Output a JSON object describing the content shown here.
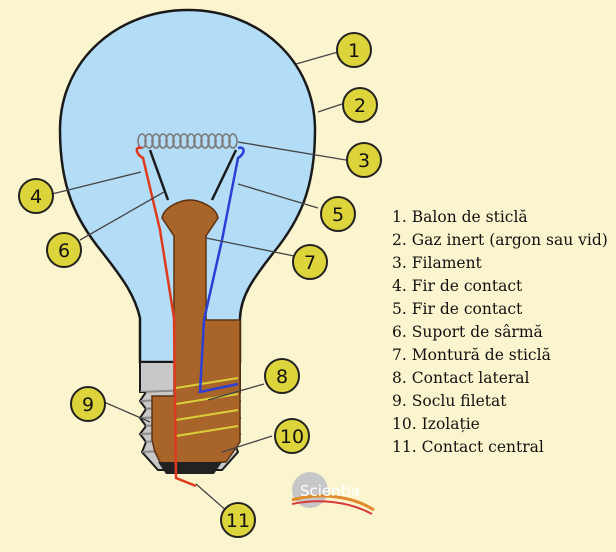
{
  "callouts": [
    {
      "number": "1",
      "label": "Balon de sticlă"
    },
    {
      "number": "2",
      "label": "Gaz inert (argon sau vid)"
    },
    {
      "number": "3",
      "label": "Filament"
    },
    {
      "number": "4",
      "label": "Fir de contact"
    },
    {
      "number": "5",
      "label": "Fir de contact"
    },
    {
      "number": "6",
      "label": "Suport de sârmă"
    },
    {
      "number": "7",
      "label": "Montură de sticlă"
    },
    {
      "number": "8",
      "label": "Contact lateral"
    },
    {
      "number": "9",
      "label": "Soclu filetat"
    },
    {
      "number": "10",
      "label": "Izolație"
    },
    {
      "number": "11",
      "label": "Contact central"
    }
  ],
  "legend": [
    {
      "num": "1.",
      "text": "Balon de sticlă"
    },
    {
      "num": "2.",
      "text": "Gaz inert (argon sau vid)"
    },
    {
      "num": "3.",
      "text": "Filament"
    },
    {
      "num": "4.",
      "text": "Fir de contact"
    },
    {
      "num": "5.",
      "text": "Fir de contact"
    },
    {
      "num": "6.",
      "text": "Suport de sârmă"
    },
    {
      "num": "7.",
      "text": "Montură de sticlă"
    },
    {
      "num": "8.",
      "text": "Contact lateral"
    },
    {
      "num": "9.",
      "text": "Soclu filetat"
    },
    {
      "num": "10.",
      "text": "Izolație"
    },
    {
      "num": "11.",
      "text": "Contact central"
    }
  ],
  "watermark": {
    "text": "Scientia"
  },
  "colors": {
    "background": "#fbf5cf",
    "glass_bulb": "#b3dcf7",
    "bulb_outline": "#1a1a1a",
    "base_metal": "#c8c8c8",
    "glass_mount": "#a9642a",
    "wire_left": "#e03a1e",
    "wire_right": "#2b3fd6",
    "callout_fill": "#ddd33a",
    "callout_stroke": "#222222"
  }
}
